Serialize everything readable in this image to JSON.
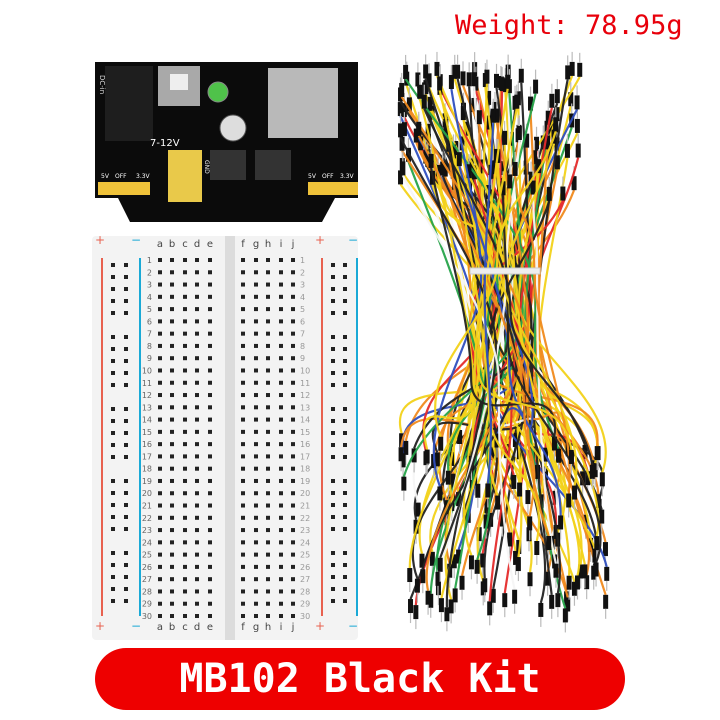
{
  "weight_label": "Weight: 78.95g",
  "kit_name": "MB102 Black Kit",
  "power_module": {
    "labels": {
      "dc_in": "DC-in",
      "voltage": "7-12V",
      "v5": "5V",
      "off": "OFF",
      "v33": "3.3V",
      "gnd": "GND"
    }
  },
  "breadboard": {
    "columns_left": [
      "a",
      "b",
      "c",
      "d",
      "e"
    ],
    "columns_right": [
      "f",
      "g",
      "h",
      "i",
      "j"
    ],
    "rows": 30,
    "rail_plus": "+",
    "rail_minus": "−",
    "colors": {
      "plus_line": "#e8614f",
      "minus_line": "#1aa9d6",
      "body": "#f3f3f3"
    }
  },
  "wires": {
    "colors": [
      "#f2d21a",
      "#f2d21a",
      "#f2d21a",
      "#f2d21a",
      "#f08a1d",
      "#f08a1d",
      "#e52b2b",
      "#222222",
      "#222222",
      "#f5f5f5",
      "#27a34a",
      "#2f4fbf"
    ]
  }
}
